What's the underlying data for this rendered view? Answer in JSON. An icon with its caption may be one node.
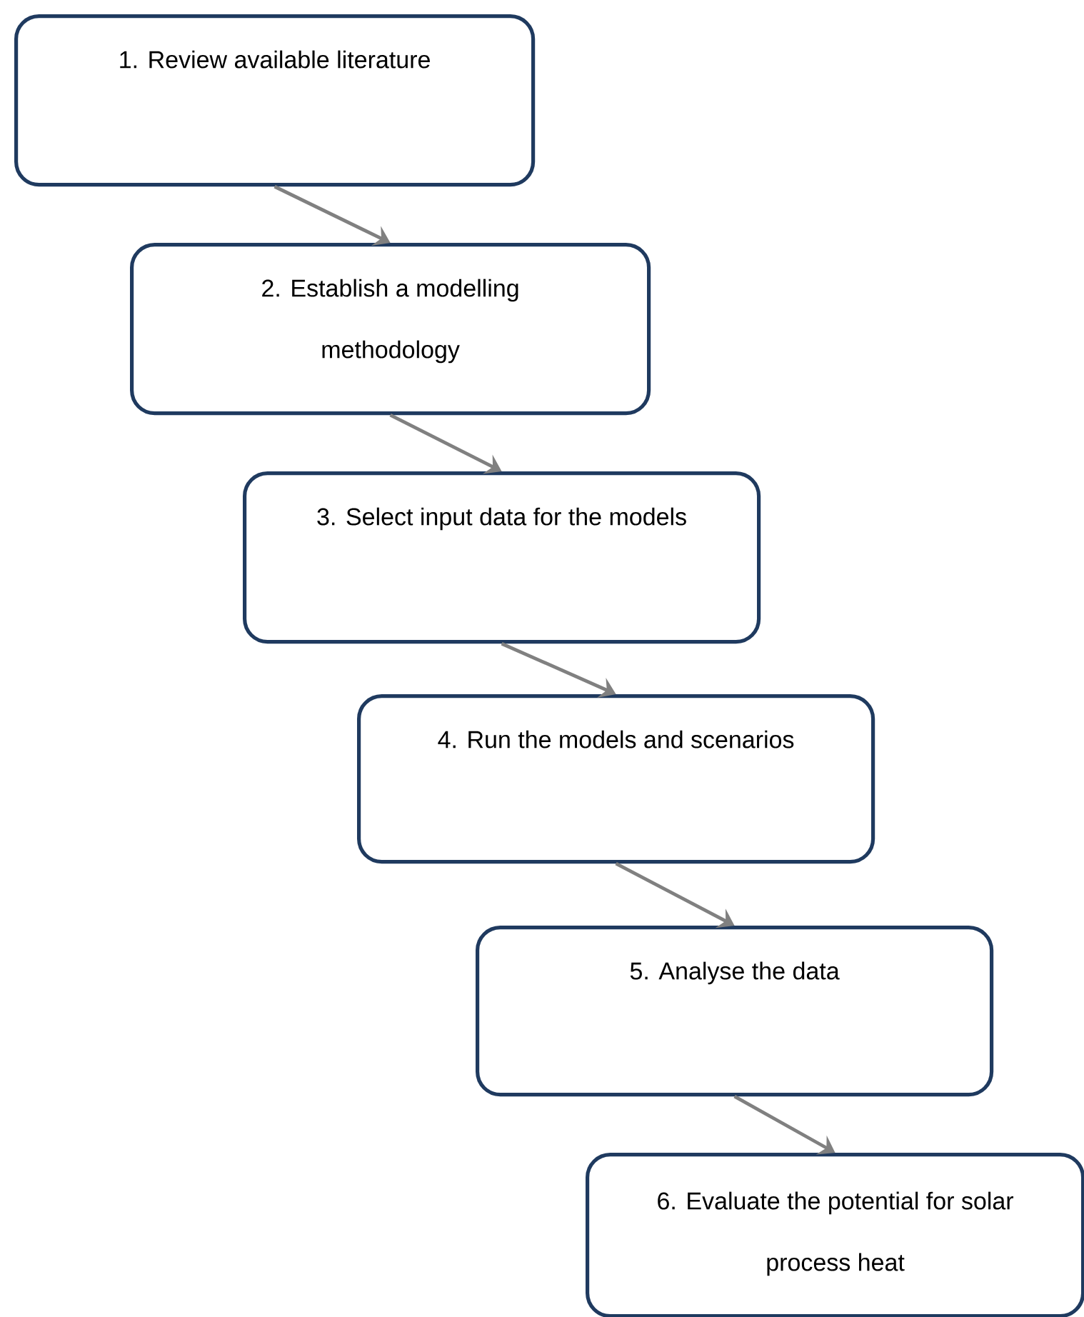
{
  "diagram": {
    "nodes": [
      {
        "text": [
          "1. Review available literature"
        ]
      },
      {
        "text": [
          "2. Establish a modelling methodology"
        ]
      },
      {
        "text": [
          "3. Select input data for the models"
        ]
      },
      {
        "text": [
          "4. Run the models and scenarios"
        ]
      },
      {
        "text": [
          "5. Analyse the data"
        ]
      },
      {
        "text": [
          "6. Evaluate the potential for solar process heat"
        ]
      }
    ],
    "edges": [
      {
        "from": 0,
        "to": 1,
        "arrow": "to"
      },
      {
        "from": 1,
        "to": 2,
        "arrow": "to"
      },
      {
        "from": 2,
        "to": 3,
        "arrow": "to"
      },
      {
        "from": 3,
        "to": 4,
        "arrow": "to"
      },
      {
        "from": 4,
        "to": 5,
        "arrow": "to"
      }
    ]
  }
}
